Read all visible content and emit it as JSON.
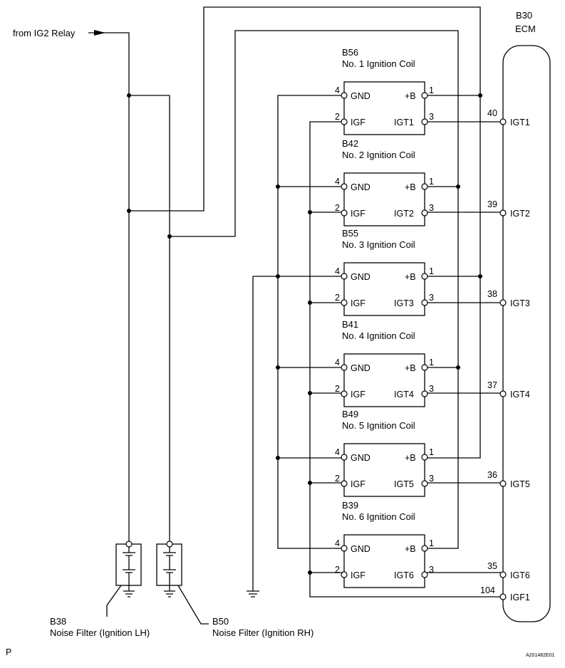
{
  "ecm": {
    "code": "B30",
    "name": "ECM"
  },
  "relay_label": "from IG2 Relay",
  "coils": [
    {
      "code": "B56",
      "name": "No. 1 Ignition Coil",
      "igt": "IGT1",
      "ecm_pin": "40",
      "ecm_terminal": "IGT1"
    },
    {
      "code": "B42",
      "name": "No. 2 Ignition Coil",
      "igt": "IGT2",
      "ecm_pin": "39",
      "ecm_terminal": "IGT2"
    },
    {
      "code": "B55",
      "name": "No. 3 Ignition Coil",
      "igt": "IGT3",
      "ecm_pin": "38",
      "ecm_terminal": "IGT3"
    },
    {
      "code": "B41",
      "name": "No. 4 Ignition Coil",
      "igt": "IGT4",
      "ecm_pin": "37",
      "ecm_terminal": "IGT4"
    },
    {
      "code": "B49",
      "name": "No. 5 Ignition Coil",
      "igt": "IGT5",
      "ecm_pin": "36",
      "ecm_terminal": "IGT5"
    },
    {
      "code": "B39",
      "name": "No. 6 Ignition Coil",
      "igt": "IGT6",
      "ecm_pin": "35",
      "ecm_terminal": "IGT6"
    }
  ],
  "coil_pins": {
    "gnd": "GND",
    "igf": "IGF",
    "plus_b": "+B",
    "pin_gnd": "4",
    "pin_igf": "2",
    "pin_plus_b": "1",
    "pin_igt": "3"
  },
  "igf_line": {
    "ecm_pin": "104",
    "ecm_terminal": "IGF1"
  },
  "filters": [
    {
      "code": "B38",
      "name": "Noise Filter (Ignition LH)"
    },
    {
      "code": "B50",
      "name": "Noise Filter (Ignition RH)"
    }
  ],
  "footer": {
    "left": "P",
    "right": "A201482E01"
  }
}
